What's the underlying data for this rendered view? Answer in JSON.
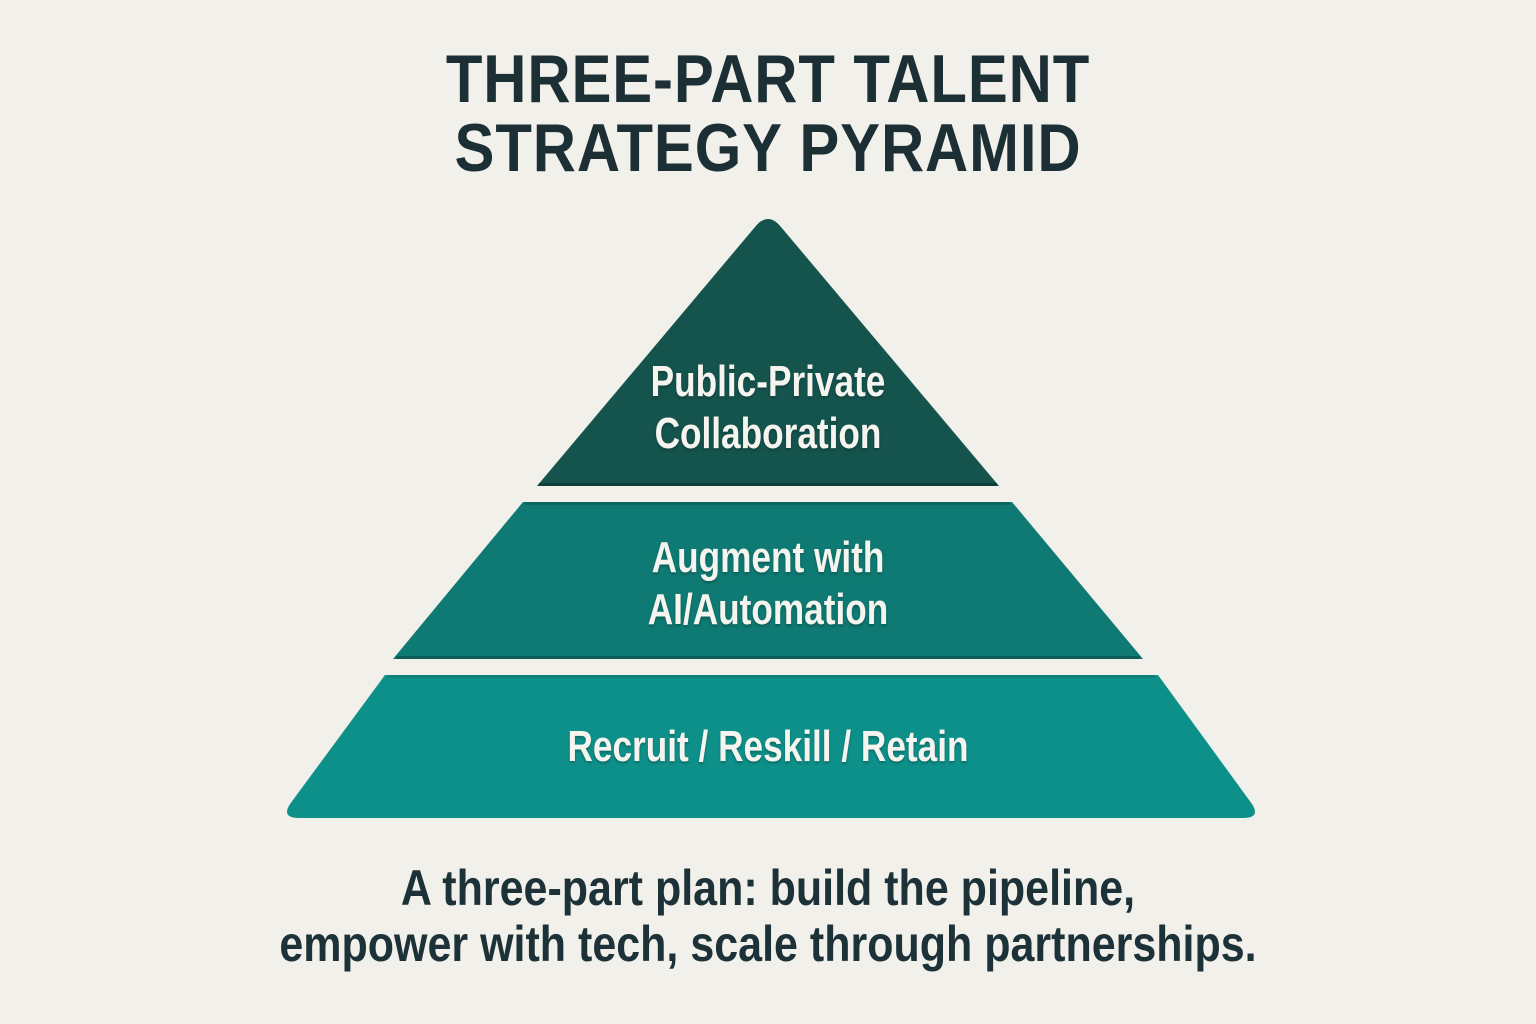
{
  "title": {
    "line1": "THREE-PART TALENT",
    "line2": "STRATEGY PYRAMID"
  },
  "pyramid": {
    "tiers": [
      {
        "rank": 1,
        "position": "top",
        "label": "Public-Private Collaboration",
        "color": "#15534d"
      },
      {
        "rank": 2,
        "position": "middle",
        "label": "Augment with AI/Automation",
        "color": "#0e7a73"
      },
      {
        "rank": 3,
        "position": "bottom",
        "label": "Recruit / Reskill / Retain",
        "color": "#0e908a"
      }
    ]
  },
  "caption": {
    "line1": "A three-part plan: build the pipeline,",
    "line2": "empower with tech, scale through partnerships."
  },
  "colors": {
    "background": "#f2f0ea",
    "heading_text": "#1b2f35",
    "tier_text": "#f5f4ef",
    "tier_top": "#15534d",
    "tier_middle": "#0e7a73",
    "tier_bottom": "#0e908a"
  }
}
